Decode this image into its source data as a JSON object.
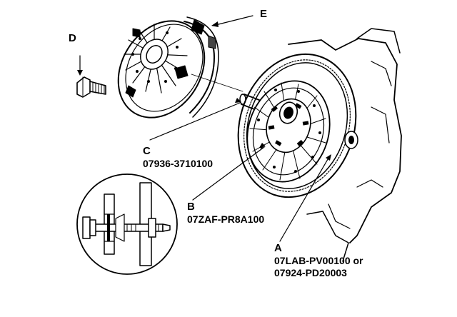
{
  "colors": {
    "ink": "#000000",
    "paper": "#ffffff"
  },
  "callouts": {
    "a": {
      "letter": "A",
      "part_line1": "07LAB-PV00100 or",
      "part_line2": "07924-PD20003"
    },
    "b": {
      "letter": "B",
      "part": "07ZAF-PR8A100"
    },
    "c": {
      "letter": "C",
      "part": "07936-3710100"
    },
    "d": {
      "letter": "D"
    },
    "e": {
      "letter": "E"
    }
  }
}
